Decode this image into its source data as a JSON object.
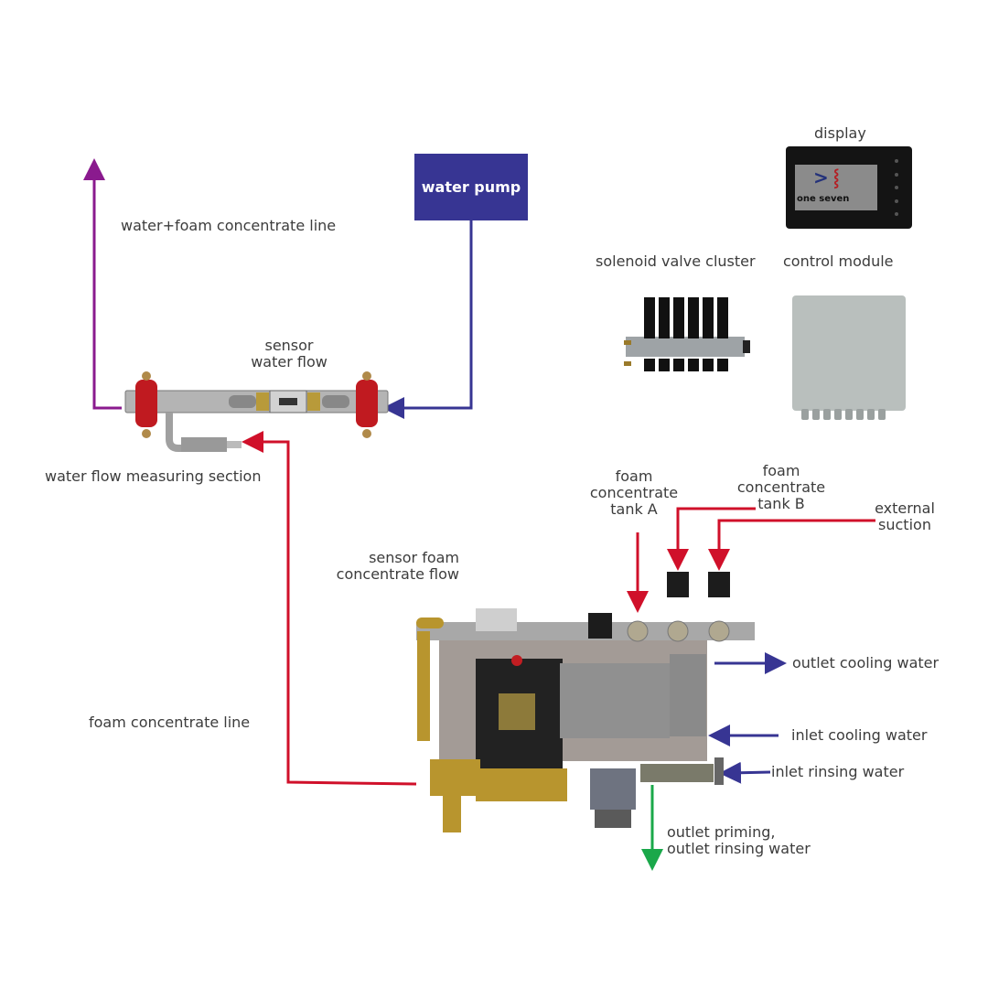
{
  "diagram": {
    "components": {
      "water_pump": "water pump",
      "display": "display",
      "display_brand": "one seven",
      "solenoid_valve_cluster": "solenoid valve cluster",
      "control_module": "control module",
      "sensor_water_flow_line1": "sensor",
      "sensor_water_flow_line2": "water flow",
      "water_flow_measuring_section": "water flow measuring section",
      "sensor_foam_flow_line1": "sensor foam",
      "sensor_foam_flow_line2": "concentrate flow"
    },
    "lines": {
      "water_foam_line": "water+foam concentrate line",
      "foam_concentrate_line": "foam concentrate line",
      "tank_a": [
        "foam",
        "concentrate",
        "tank A"
      ],
      "tank_b": [
        "foam",
        "concentrate",
        "tank B"
      ],
      "external_suction": [
        "external",
        "suction"
      ],
      "outlet_cooling_water": "outlet cooling water",
      "inlet_cooling_water": "inlet cooling water",
      "inlet_rinsing_water": "inlet rinsing water",
      "outlet_priming": [
        "outlet priming,",
        "outlet rinsing water"
      ]
    },
    "colors": {
      "water": "#373593",
      "foam": "#d0102a",
      "mixed": "#8a1a8e",
      "outlet": "#1aa84a"
    }
  }
}
